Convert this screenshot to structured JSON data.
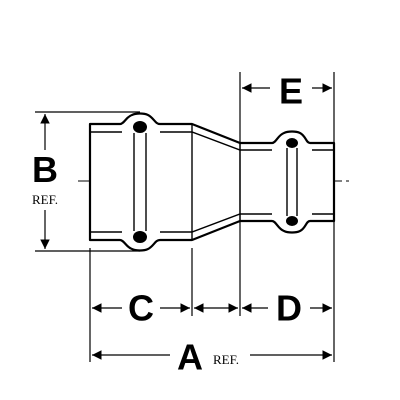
{
  "labels": {
    "a": "A",
    "a_ref": "REF.",
    "b": "B",
    "b_ref": "REF.",
    "c": "C",
    "d": "D",
    "e": "E"
  },
  "colors": {
    "line": "#000000",
    "background": "#ffffff"
  }
}
